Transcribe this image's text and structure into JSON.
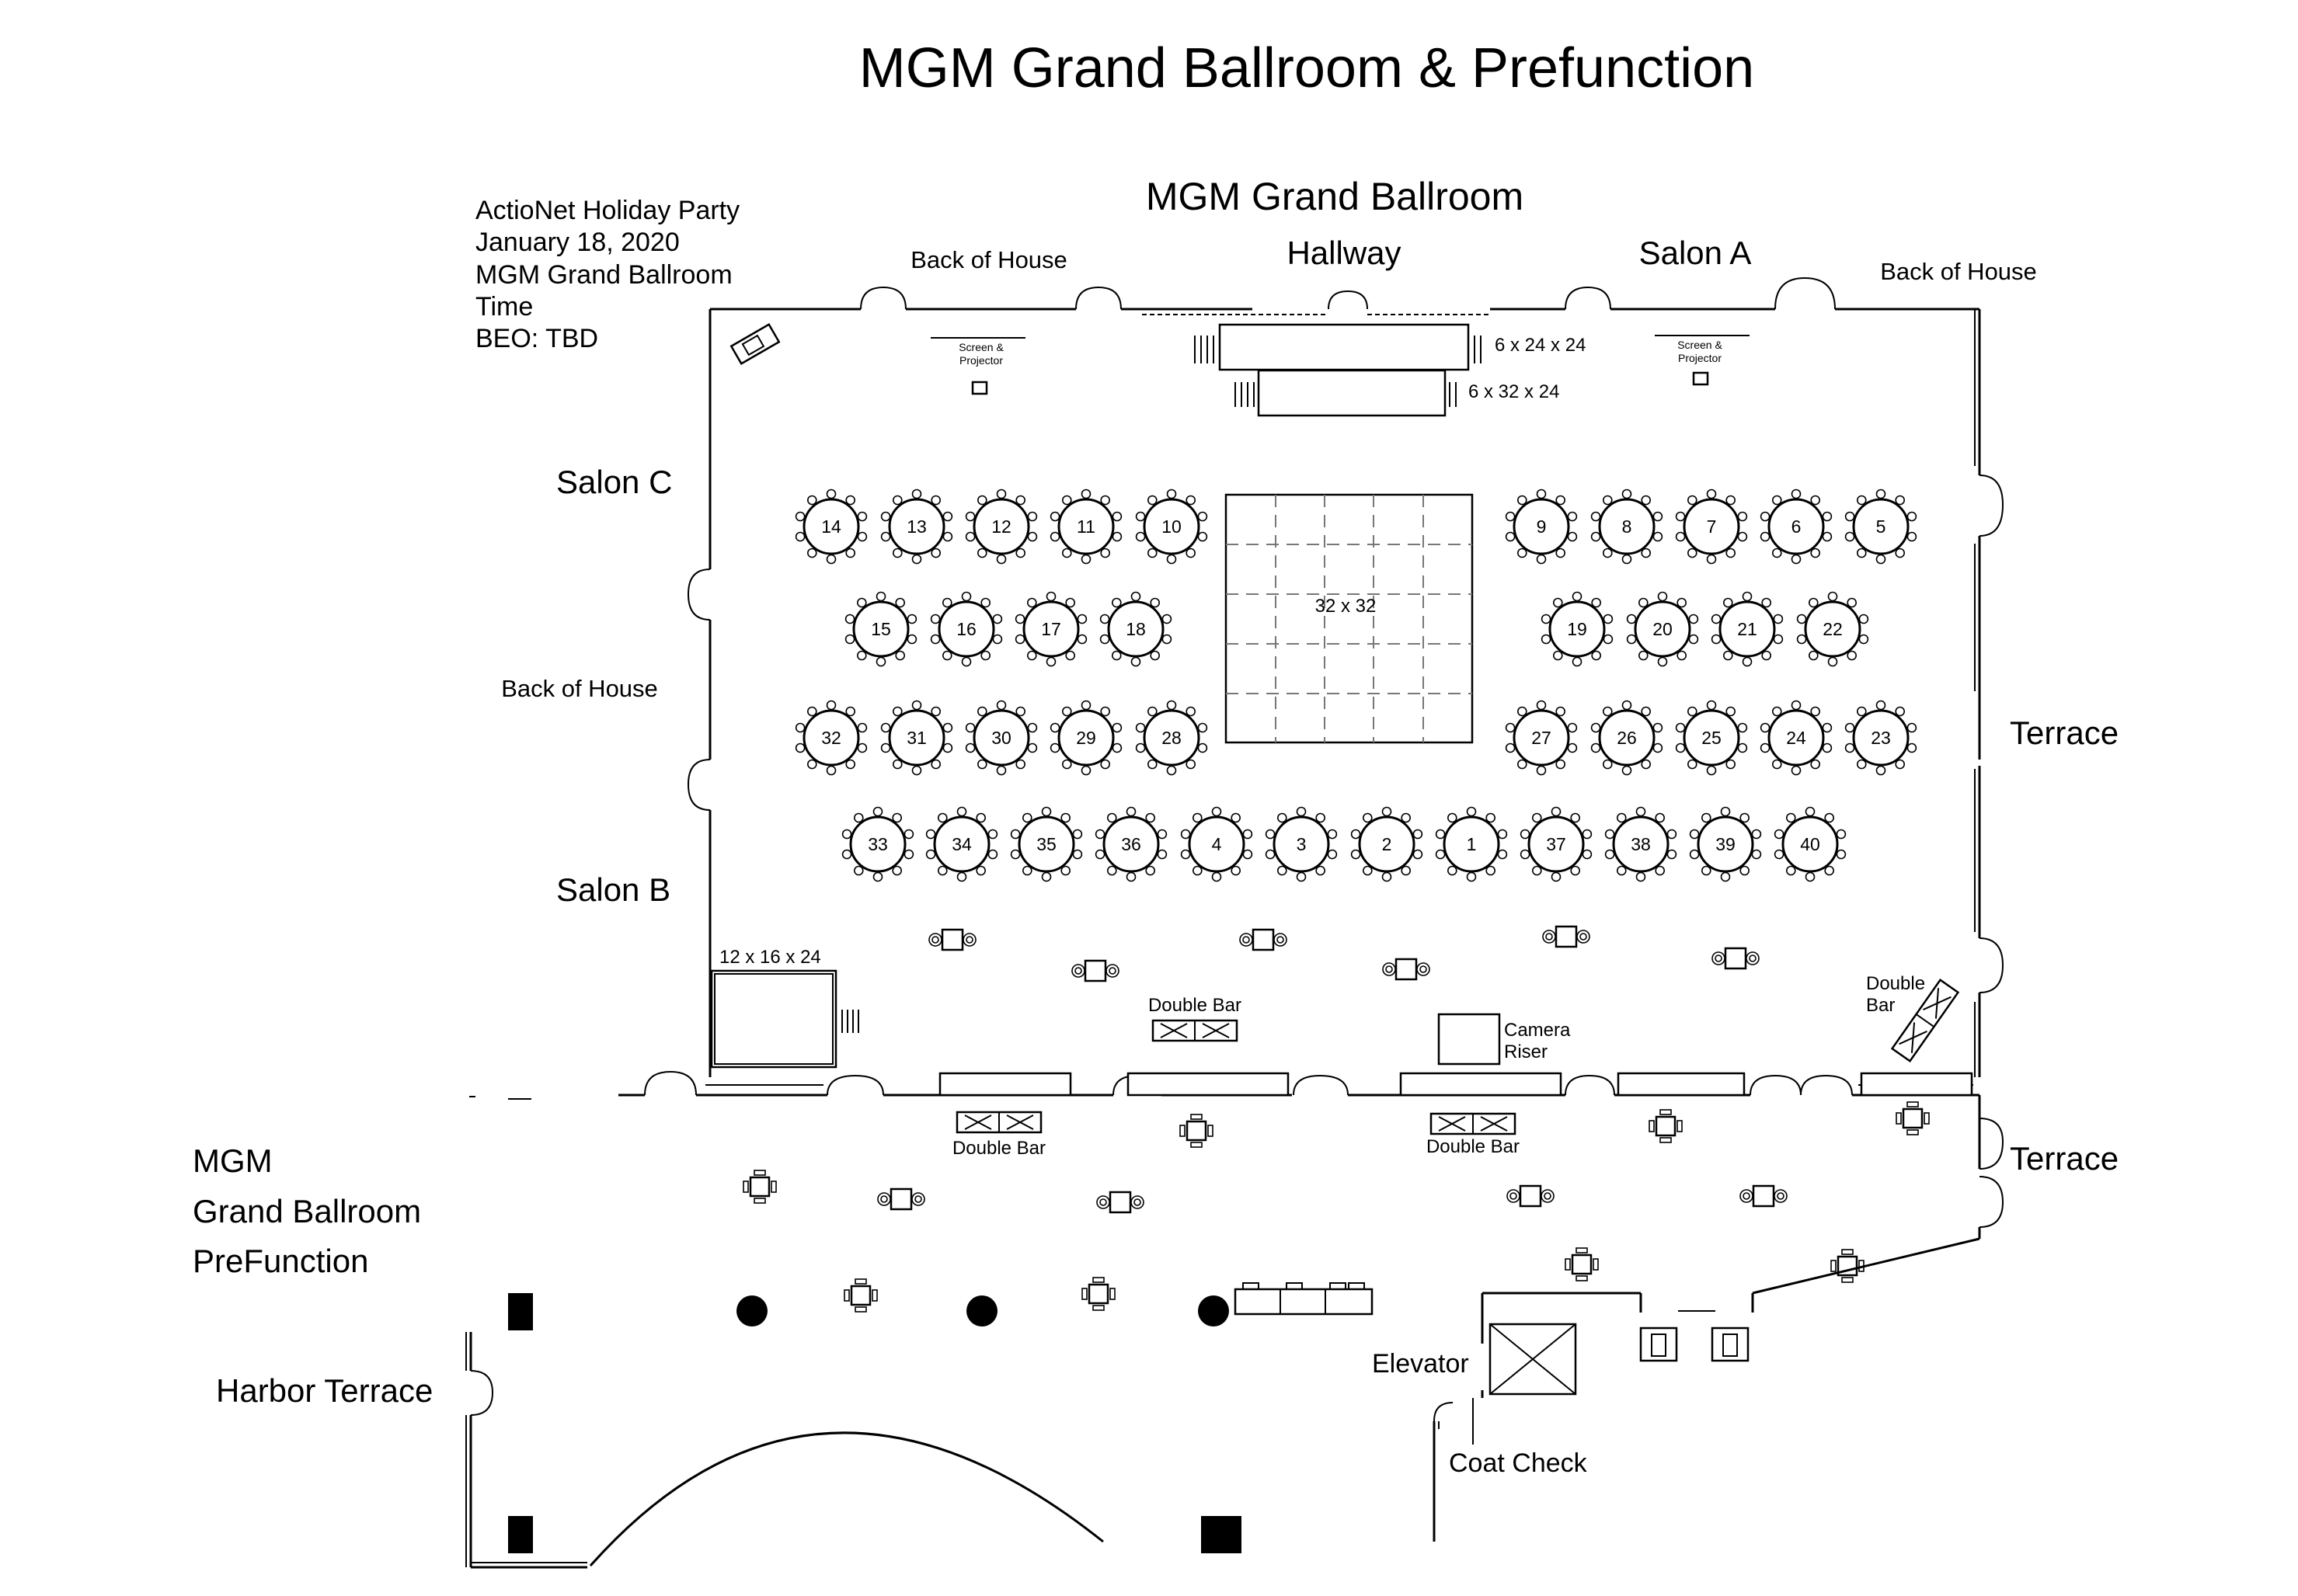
{
  "title": "MGM Grand Ballroom & Prefunction",
  "event_info": {
    "lines": [
      "ActioNet Holiday Party",
      "January 18, 2020",
      "MGM Grand Ballroom",
      "Time",
      "BEO: TBD"
    ]
  },
  "rooms": {
    "ballroom": "MGM Grand Ballroom",
    "hallway": "Hallway",
    "salon_a": "Salon A",
    "salon_b": "Salon B",
    "salon_c": "Salon C",
    "back_of_house_top_left": "Back of House",
    "back_of_house_top_right": "Back of House",
    "back_of_house_left": "Back of House",
    "terrace_upper": "Terrace",
    "terrace_lower": "Terrace",
    "prefunction_line1": "MGM",
    "prefunction_line2": "Grand Ballroom",
    "prefunction_line3": "PreFunction",
    "harbor_terrace": "Harbor Terrace",
    "elevator": "Elevator",
    "coat_check": "Coat Check"
  },
  "fixtures": {
    "screen_projector_line1": "Screen &",
    "screen_projector_line2": "Projector",
    "stage_upper": "6 x 24 x 24",
    "stage_lower": "6 x 32 x 24",
    "dance_floor": "32 x 32",
    "riser_platform": "12 x 16 x 24",
    "double_bar": "Double Bar",
    "double_bar_side_line1": "Double",
    "double_bar_side_line2": "Bar",
    "camera_riser_line1": "Camera",
    "camera_riser_line2": "Riser"
  },
  "tables": {
    "row1_left": [
      "14",
      "13",
      "12",
      "11",
      "10"
    ],
    "row1_right": [
      "9",
      "8",
      "7",
      "6",
      "5"
    ],
    "row2_left": [
      "15",
      "16",
      "17",
      "18"
    ],
    "row2_right": [
      "19",
      "20",
      "21",
      "22"
    ],
    "row3_left": [
      "32",
      "31",
      "30",
      "29",
      "28"
    ],
    "row3_right": [
      "27",
      "26",
      "25",
      "24",
      "23"
    ],
    "row4": [
      "33",
      "34",
      "35",
      "36",
      "4",
      "3",
      "2",
      "1",
      "37",
      "38",
      "39",
      "40"
    ]
  }
}
